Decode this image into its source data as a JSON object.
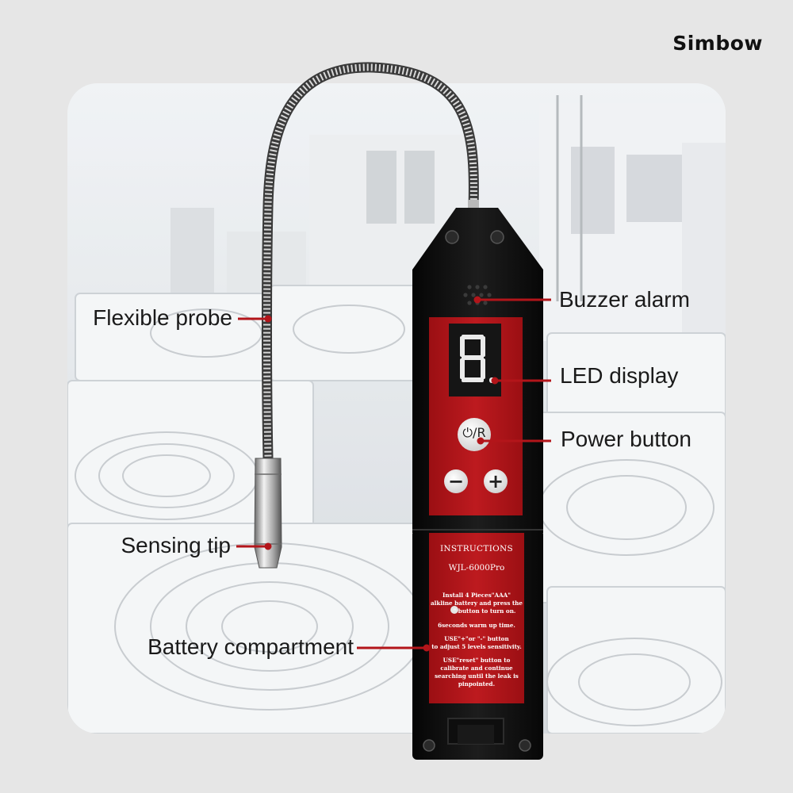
{
  "brand": "Simbow",
  "labels": {
    "flexible_probe": "Flexible probe",
    "sensing_tip": "Sensing tip",
    "battery_compartment": "Battery compartment",
    "buzzer_alarm": "Buzzer alarm",
    "led_display": "LED display",
    "power_button": "Power button"
  },
  "device": {
    "instructions_title": "INSTRUCTIONS",
    "model": "WJL-6000Pro",
    "power_button_label": "⏻/R",
    "minus_label": "−",
    "plus_label": "+",
    "steps": [
      "Install 4 Pieces\"AAA\"",
      "alkline battery and press the",
      "\" button to turn on.",
      "6seconds warm up time.",
      "USE\"+\"or \"-\" button",
      "to adjust 5 levels sensitivity.",
      "USE\"reset\" button to",
      "calibrate and continue",
      "searching until the leak is",
      "pinpointed."
    ]
  },
  "colors": {
    "accent_red": "#b3151a",
    "device_body": "#121212",
    "background": "#e6e6e6"
  }
}
